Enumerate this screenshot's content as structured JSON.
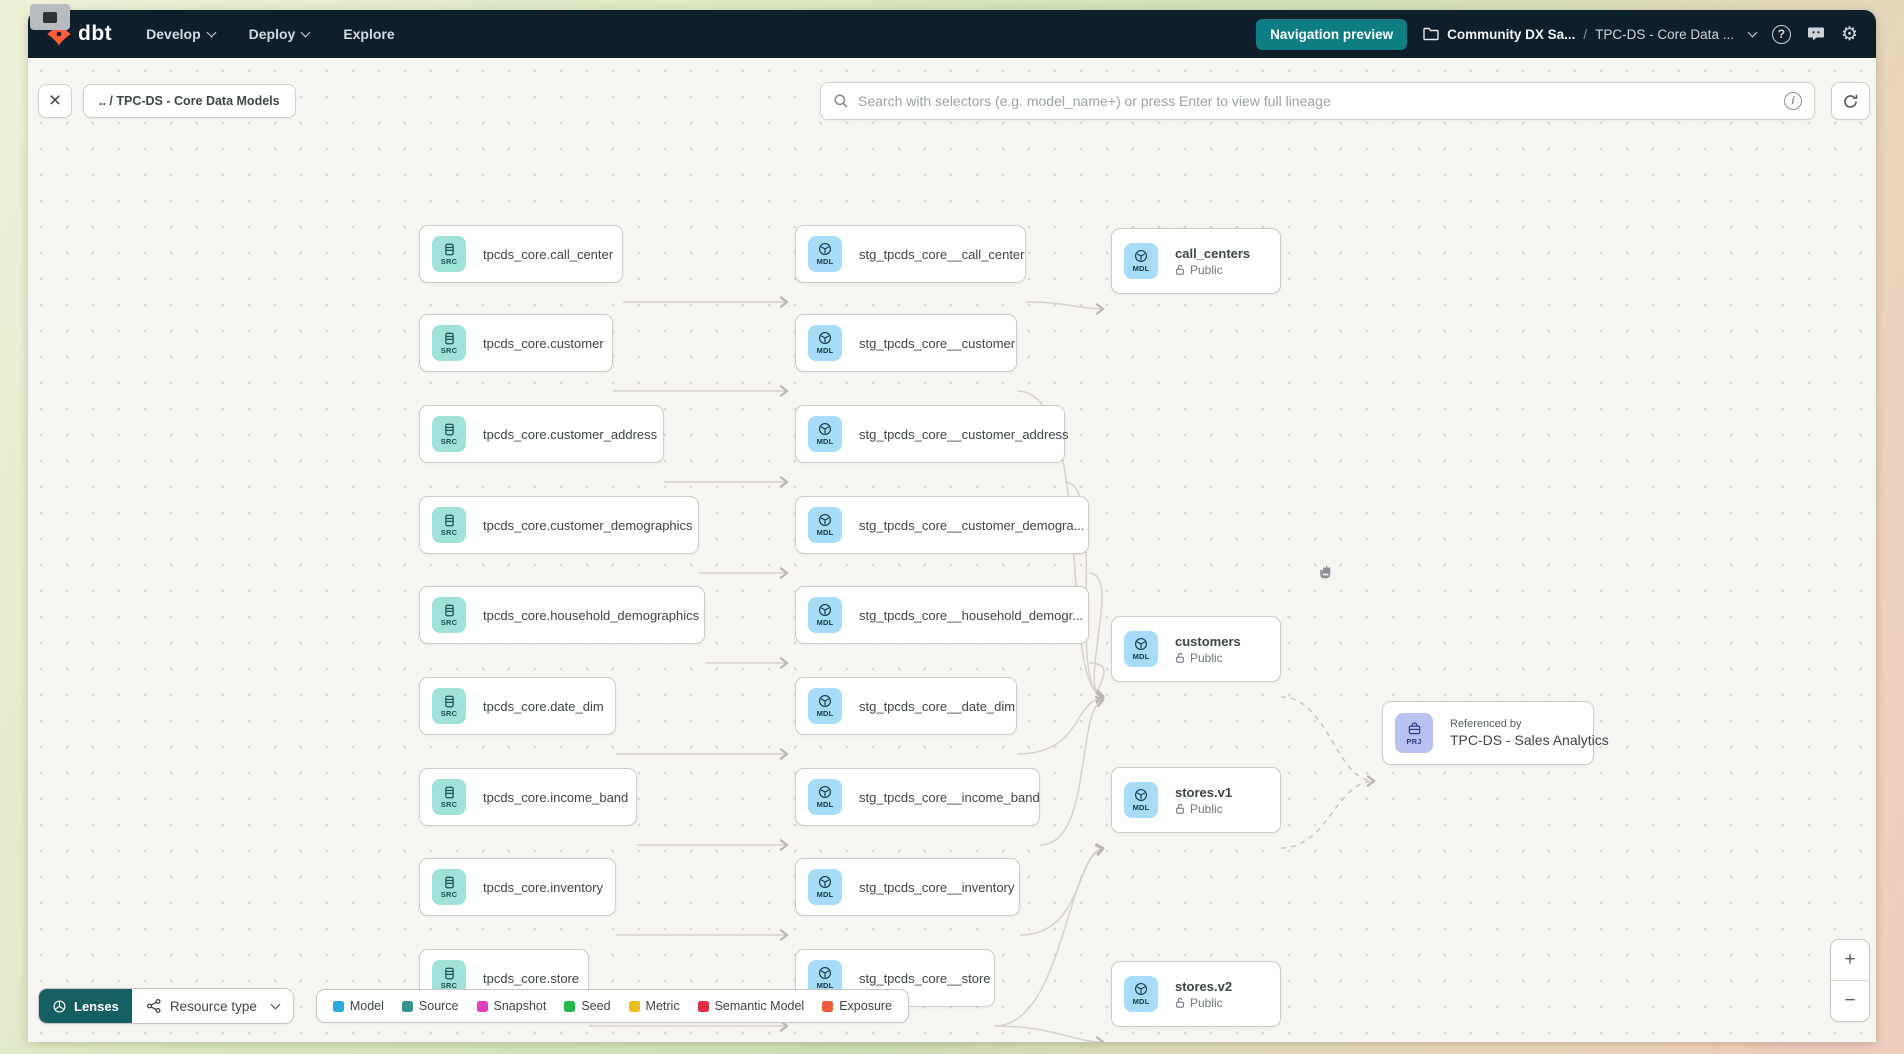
{
  "topnav": {
    "brand": "dbt",
    "menu_develop": "Develop",
    "menu_deploy": "Deploy",
    "menu_explore": "Explore",
    "preview_button": "Navigation preview",
    "breadcrumb_project": "Community DX Sa...",
    "breadcrumb_separator": "/",
    "breadcrumb_page": "TPC-DS - Core Data ...",
    "help_label": "?"
  },
  "toolbar": {
    "close_label": "×",
    "breadcrumb": ".. / TPC-DS - Core Data Models",
    "search_placeholder": "Search with selectors (e.g. model_name+) or press Enter to view full lineage",
    "info_label": "i"
  },
  "graph": {
    "icon_src": "SRC",
    "icon_mdl": "MDL",
    "icon_prj": "PRJ",
    "src_nodes": [
      "tpcds_core.call_center",
      "tpcds_core.customer",
      "tpcds_core.customer_address",
      "tpcds_core.customer_demographics",
      "tpcds_core.household_demographics",
      "tpcds_core.date_dim",
      "tpcds_core.income_band",
      "tpcds_core.inventory",
      "tpcds_core.store"
    ],
    "stg_nodes": [
      "stg_tpcds_core__call_center",
      "stg_tpcds_core__customer",
      "stg_tpcds_core__customer_address",
      "stg_tpcds_core__customer_demogra...",
      "stg_tpcds_core__household_demogr...",
      "stg_tpcds_core__date_dim",
      "stg_tpcds_core__income_band",
      "stg_tpcds_core__inventory",
      "stg_tpcds_core__store"
    ],
    "public_nodes": [
      {
        "label": "call_centers",
        "sub": "Public"
      },
      {
        "label": "customers",
        "sub": "Public"
      },
      {
        "label": "stores.v1",
        "sub": "Public"
      },
      {
        "label": "stores.v2",
        "sub": "Public"
      }
    ],
    "project_node": {
      "eyebrow": "Referenced by",
      "label": "TPC-DS - Sales Analytics"
    }
  },
  "footer": {
    "lenses": "Lenses",
    "resource_type": "Resource type",
    "legend": [
      {
        "label": "Model",
        "color": "#2aa9e0"
      },
      {
        "label": "Source",
        "color": "#35948e"
      },
      {
        "label": "Snapshot",
        "color": "#df3fbd"
      },
      {
        "label": "Seed",
        "color": "#28b94c"
      },
      {
        "label": "Metric",
        "color": "#edbe22"
      },
      {
        "label": "Semantic Model",
        "color": "#e02d43"
      },
      {
        "label": "Exposure",
        "color": "#ef5a3b"
      }
    ],
    "zoom_in": "+",
    "zoom_out": "−"
  }
}
